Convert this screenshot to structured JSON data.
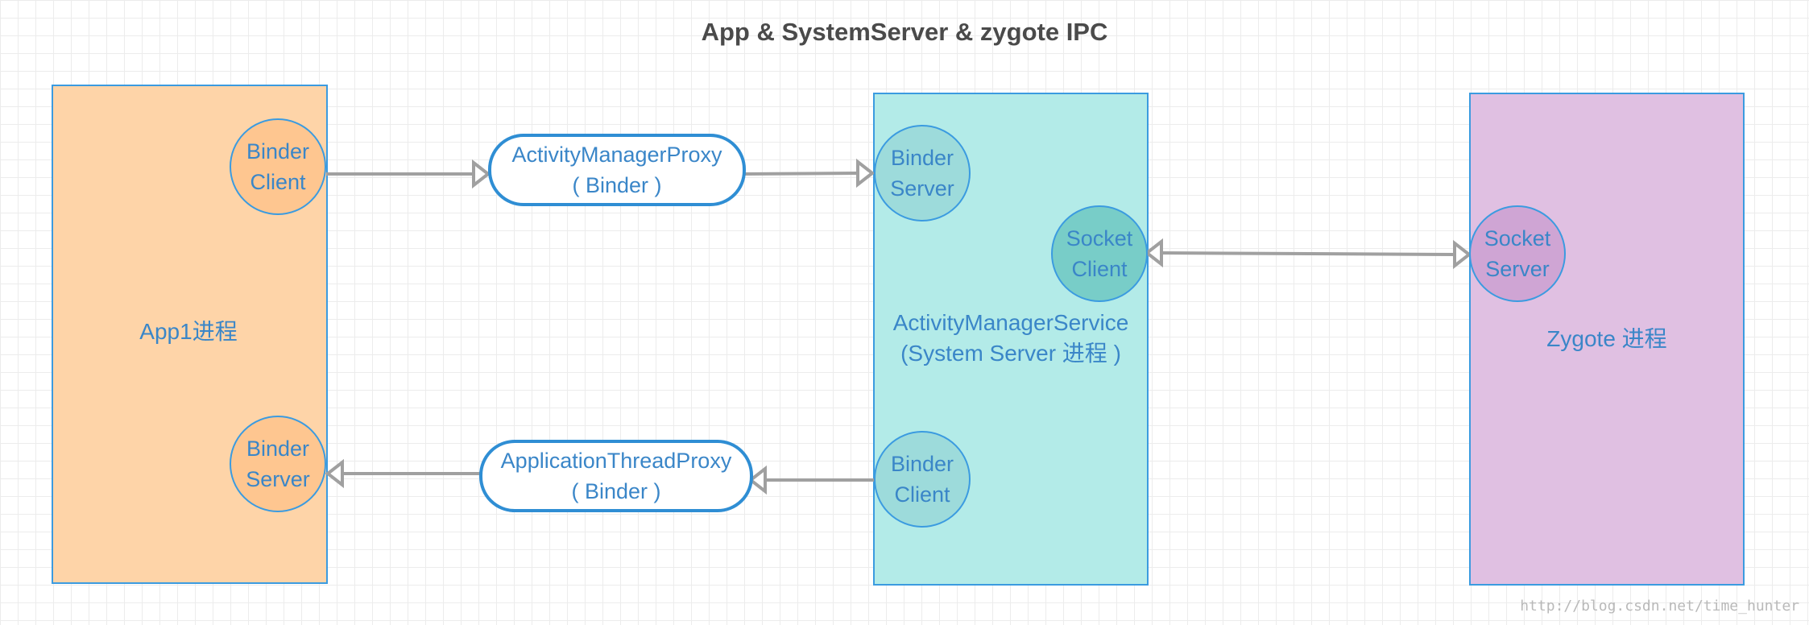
{
  "title": "App & SystemServer & zygote IPC",
  "app_process": {
    "label": "App1进程",
    "binder_client": [
      "Binder",
      "Client"
    ],
    "binder_server": [
      "Binder",
      "Server"
    ]
  },
  "system_server": {
    "label_line1": "ActivityManagerService",
    "label_line2": "(System Server  进程 )",
    "binder_server": [
      "Binder",
      "Server"
    ],
    "socket_client": [
      "Socket",
      "Client"
    ],
    "binder_client": [
      "Binder",
      "Client"
    ]
  },
  "zygote": {
    "label": "Zygote  进程",
    "socket_server": [
      "Socket",
      "Server"
    ]
  },
  "proxies": {
    "activity_manager_proxy": [
      "ActivityManagerProxy",
      "( Binder )"
    ],
    "application_thread_proxy": [
      "ApplicationThreadProxy",
      "( Binder )"
    ]
  },
  "watermark": "http://blog.csdn.net/time_hunter",
  "colors": {
    "app_fill": "#fed4a8",
    "system_fill": "#b3ebe8",
    "zygote_fill": "#e0c0e2",
    "border_blue": "#3b9be0",
    "text_blue": "#3a86c8",
    "arrow_gray": "#a0a0a0"
  }
}
